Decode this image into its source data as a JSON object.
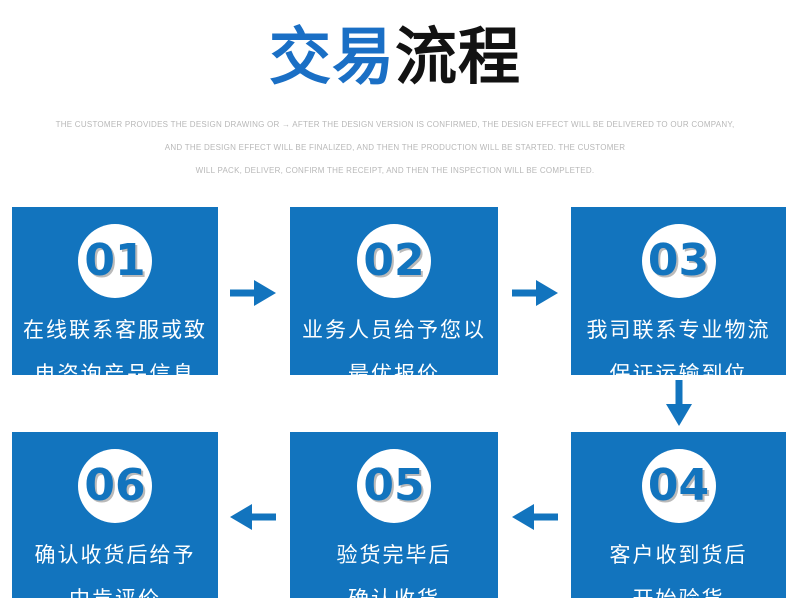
{
  "page": {
    "title_part1": "交易",
    "title_part2": "流程"
  },
  "subtitle": {
    "line1": "THE CUSTOMER PROVIDES THE DESIGN DRAWING OR → AFTER THE DESIGN VERSION IS CONFIRMED, THE DESIGN EFFECT WILL BE DELIVERED TO OUR COMPANY,",
    "line2": "AND THE DESIGN EFFECT WILL BE FINALIZED, AND THEN THE PRODUCTION WILL BE STARTED. THE CUSTOMER",
    "line3": "WILL PACK, DELIVER, CONFIRM THE RECEIPT, AND THEN THE INSPECTION WILL BE COMPLETED."
  },
  "steps": [
    {
      "number": "01",
      "line1": "在线联系客服或致",
      "line2": "电咨询产品信息"
    },
    {
      "number": "02",
      "line1": "业务人员给予您以",
      "line2": "最优报价"
    },
    {
      "number": "03",
      "line1": "我司联系专业物流",
      "line2": "保证运输到位"
    },
    {
      "number": "04",
      "line1": "客户收到货后",
      "line2": "开始验货"
    },
    {
      "number": "05",
      "line1": "验货完毕后",
      "line2": "确认收货"
    },
    {
      "number": "06",
      "line1": "确认收货后给予",
      "line2": "中肯评价"
    }
  ],
  "icons": {
    "arrow_right": "right-arrow",
    "arrow_left": "left-arrow",
    "arrow_down": "down-arrow"
  },
  "colors": {
    "box_blue": "#1274be",
    "title_blue": "#1a6fc5",
    "title_black": "#121212",
    "subtitle_gray": "#b8b8b8",
    "circle_white": "#ffffff"
  }
}
